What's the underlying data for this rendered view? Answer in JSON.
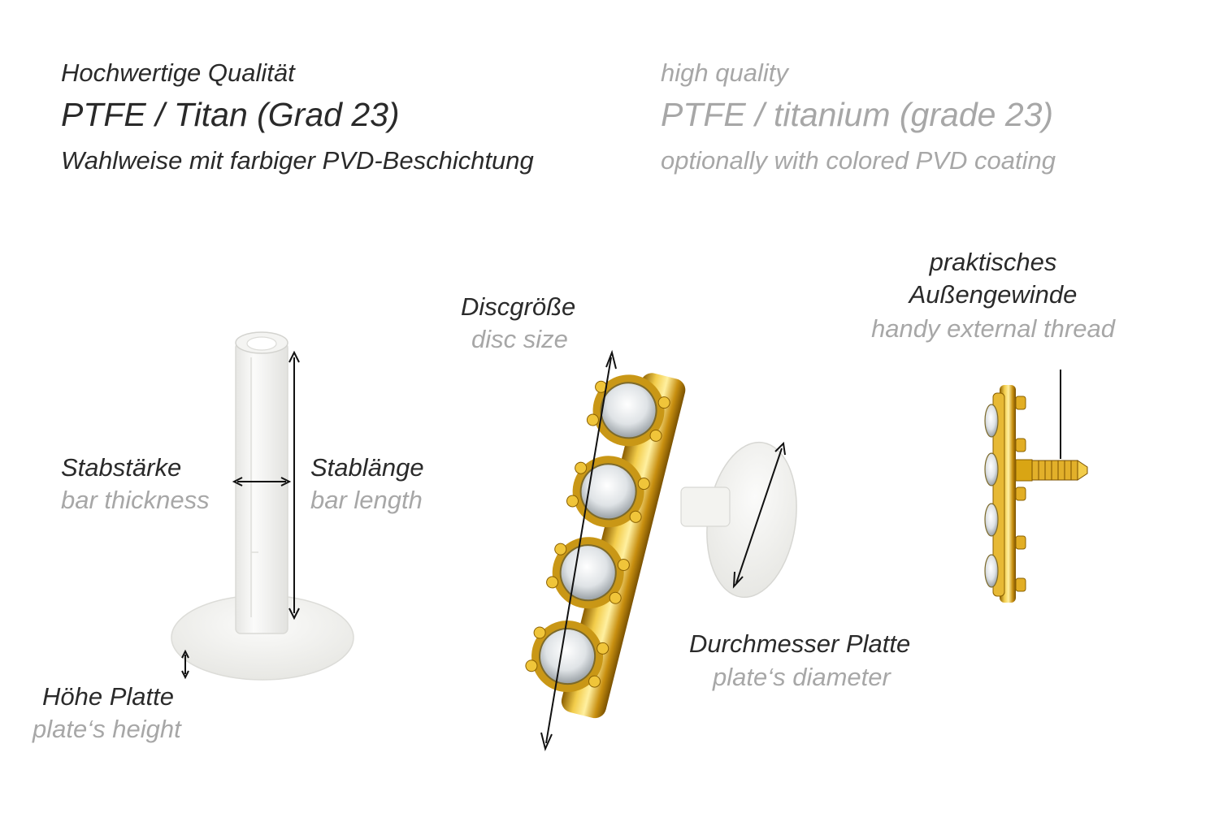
{
  "header": {
    "de": {
      "quality": "Hochwertige Qualität",
      "material": "PTFE / Titan (Grad 23)",
      "coating": "Wahlweise mit farbiger PVD-Beschichtung"
    },
    "en": {
      "quality": "high quality",
      "material": "PTFE / titanium (grade 23)",
      "coating": "optionally with colored PVD coating"
    }
  },
  "labels": {
    "bar_thickness": {
      "de": "Stabstärke",
      "en": "bar thickness"
    },
    "bar_length": {
      "de": "Stablänge",
      "en": "bar length"
    },
    "plate_height": {
      "de": "Höhe Platte",
      "en": "plate‘s height"
    },
    "disc_size": {
      "de": "Discgröße",
      "en": "disc size"
    },
    "plate_diameter": {
      "de": "Durchmesser Platte",
      "en": "plate‘s diameter"
    },
    "external_thread": {
      "de_line1": "praktisches",
      "de_line2": "Außengewinde",
      "en": "handy external thread"
    }
  },
  "colors": {
    "text_de": "#2a2a2a",
    "text_en": "#a7a7a7",
    "gold": "#d9a514",
    "ptfe": "#f2f2ef"
  }
}
